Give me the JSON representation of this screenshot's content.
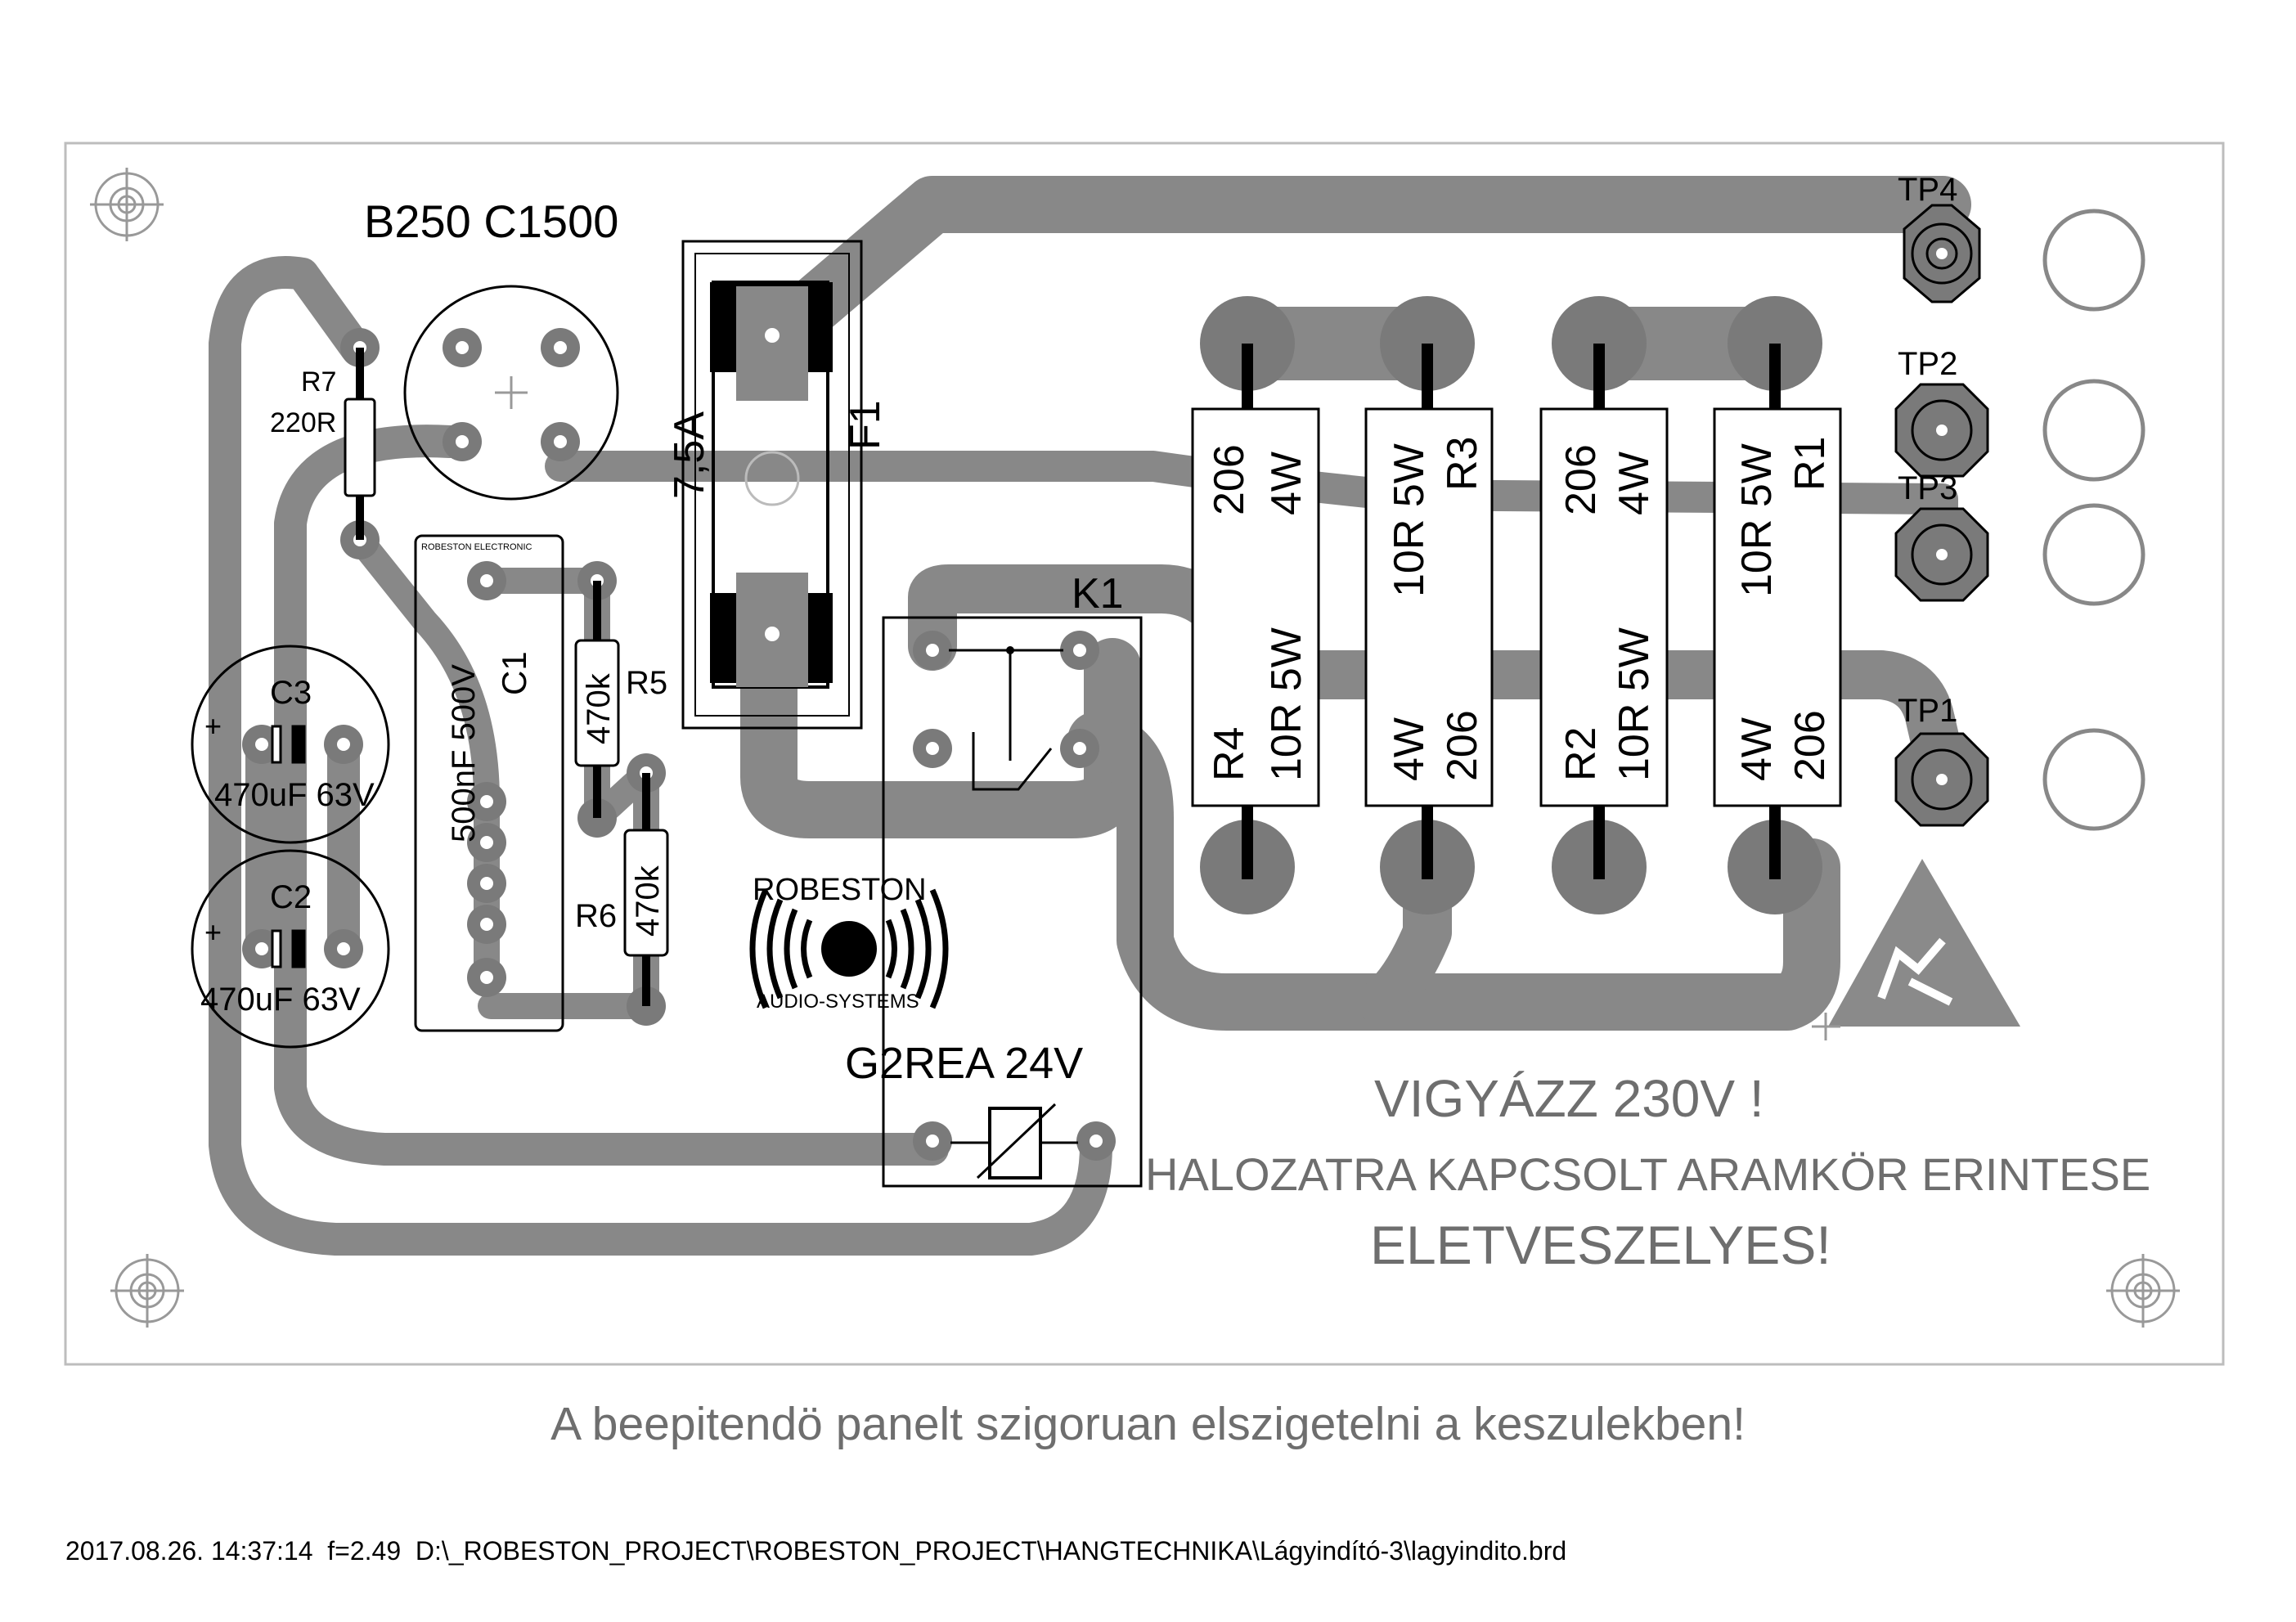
{
  "board": {
    "rectifier_label": "B250 C1500",
    "fuse_rating": "7,5A",
    "fuse_ref": "F1",
    "relay_ref": "K1",
    "relay_part": "G2REA 24V",
    "capacitor_c1": {
      "ref": "C1",
      "value": "500nF 500V",
      "silk": "ROBESTON ELECTRONIC"
    },
    "capacitor_c2": {
      "ref": "C2",
      "value": "470uF 63V",
      "polarity": "+"
    },
    "capacitor_c3": {
      "ref": "C3",
      "value": "470uF 63V",
      "polarity": "+"
    },
    "r5": {
      "ref": "R5",
      "value": "470k"
    },
    "r6": {
      "ref": "R6",
      "value": "470k"
    },
    "r7": {
      "ref": "R7",
      "value": "220R"
    },
    "power_resistors": [
      {
        "ref": "R4",
        "value": "10R 5W",
        "top1": "206",
        "top2": "4W"
      },
      {
        "ref": "R3",
        "value": "10R 5W",
        "bot1": "4W",
        "bot2": "206"
      },
      {
        "ref": "R2",
        "value": "10R 5W",
        "top1": "206",
        "top2": "4W"
      },
      {
        "ref": "R1",
        "value": "10R 5W",
        "bot1": "4W",
        "bot2": "206"
      }
    ],
    "test_points": [
      "TP4",
      "TP2",
      "TP3",
      "TP1"
    ],
    "logo": {
      "brand": "ROBESTON",
      "tagline": "AUDIO-SYSTEMS"
    }
  },
  "warning": {
    "line1": "VIGYÁZZ  230V !",
    "line2": "HALOZATRA KAPCSOLT ARAMKÖR ERINTESE",
    "line3": "ELETVESZELYES!"
  },
  "note": "A beepitendö panelt szigoruan elszigetelni a keszulekben!",
  "footer": "2017.08.26. 14:37:14  f=2.49  D:\\_ROBESTON_PROJECT\\ROBESTON_PROJECT\\HANGTECHNIKA\\Lágyindító-3\\lagyindito.brd",
  "colors": {
    "trace": "#888888",
    "pad": "#7a7a7a",
    "outline": "#999999"
  }
}
